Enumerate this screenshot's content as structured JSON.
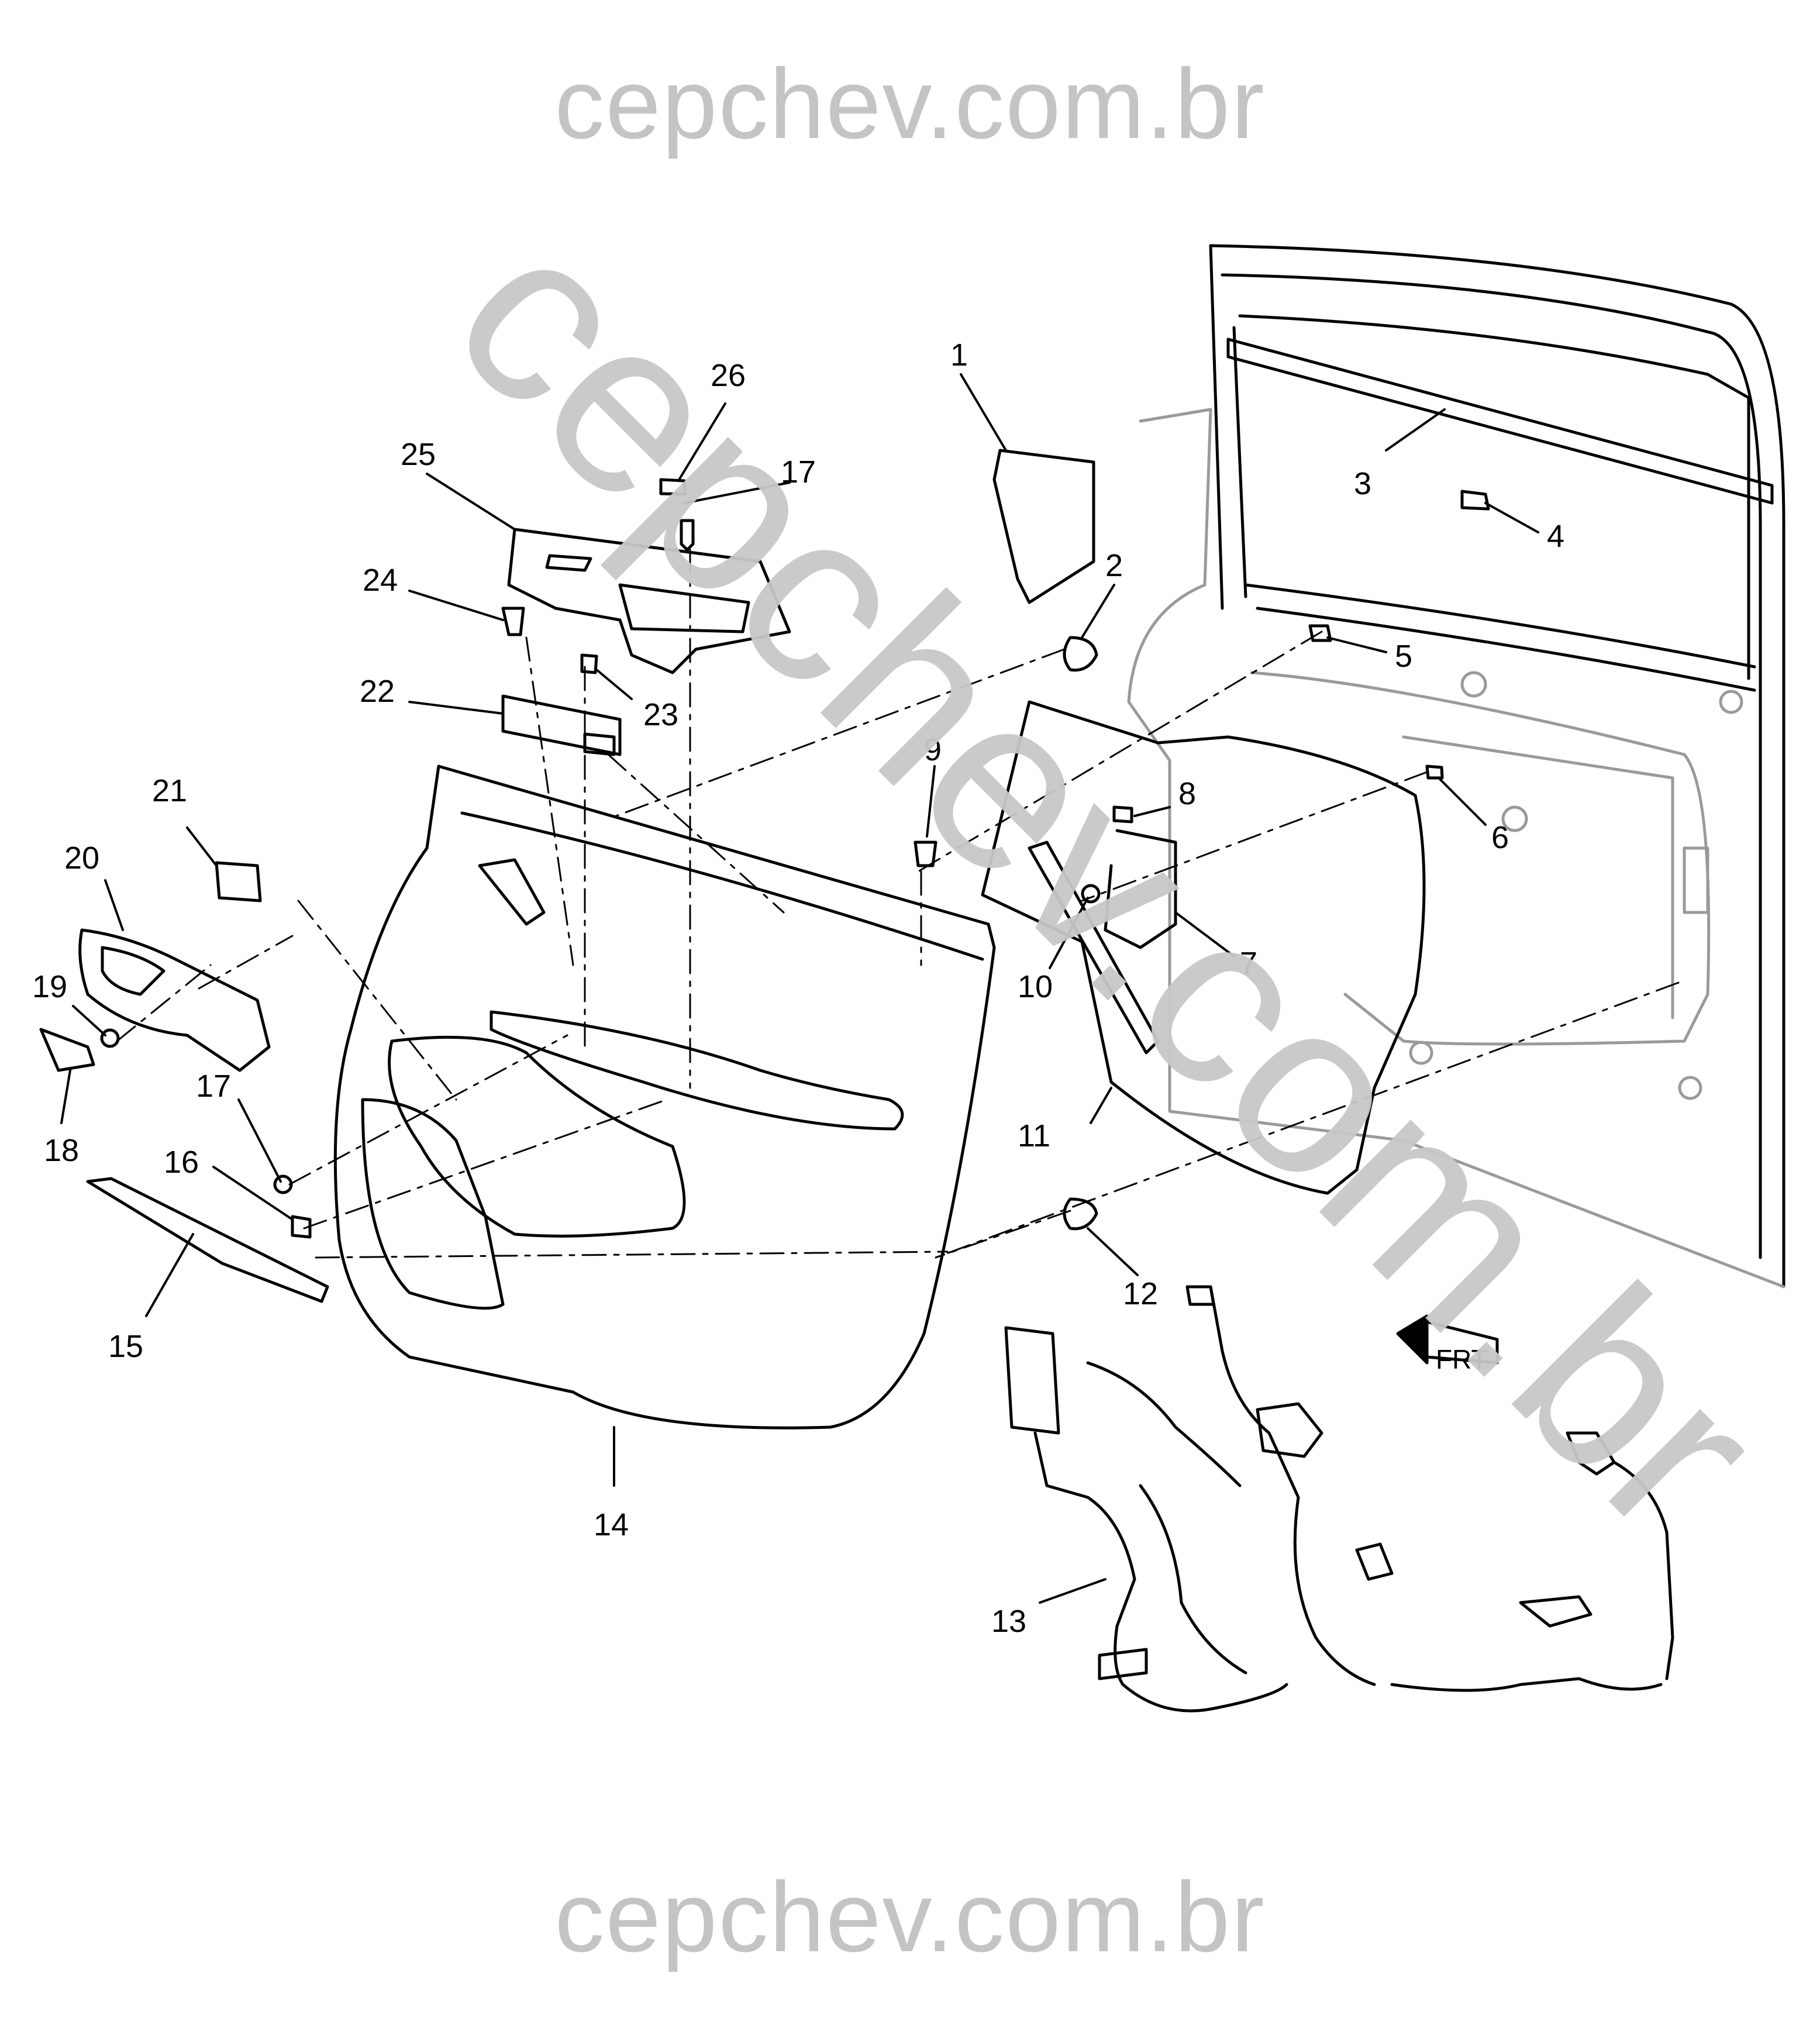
{
  "watermark": {
    "top": "cepchev.com.br",
    "diagonal": "cepchev.com.br",
    "bottom": "cepchev.com.br"
  },
  "front_indicator": "FRT",
  "callouts": [
    {
      "id": "1",
      "text": "1"
    },
    {
      "id": "2",
      "text": "2"
    },
    {
      "id": "3",
      "text": "3"
    },
    {
      "id": "4",
      "text": "4"
    },
    {
      "id": "5",
      "text": "5"
    },
    {
      "id": "6",
      "text": "6"
    },
    {
      "id": "7",
      "text": "7"
    },
    {
      "id": "8",
      "text": "8"
    },
    {
      "id": "9",
      "text": "9"
    },
    {
      "id": "10",
      "text": "10"
    },
    {
      "id": "11",
      "text": "11"
    },
    {
      "id": "12",
      "text": "12"
    },
    {
      "id": "13",
      "text": "13"
    },
    {
      "id": "14",
      "text": "14"
    },
    {
      "id": "15",
      "text": "15"
    },
    {
      "id": "16",
      "text": "16"
    },
    {
      "id": "17a",
      "text": "17"
    },
    {
      "id": "17b",
      "text": "17"
    },
    {
      "id": "18",
      "text": "18"
    },
    {
      "id": "19",
      "text": "19"
    },
    {
      "id": "20",
      "text": "20"
    },
    {
      "id": "21",
      "text": "21"
    },
    {
      "id": "22",
      "text": "22"
    },
    {
      "id": "23",
      "text": "23"
    },
    {
      "id": "24",
      "text": "24"
    },
    {
      "id": "25",
      "text": "25"
    },
    {
      "id": "26",
      "text": "26"
    }
  ]
}
